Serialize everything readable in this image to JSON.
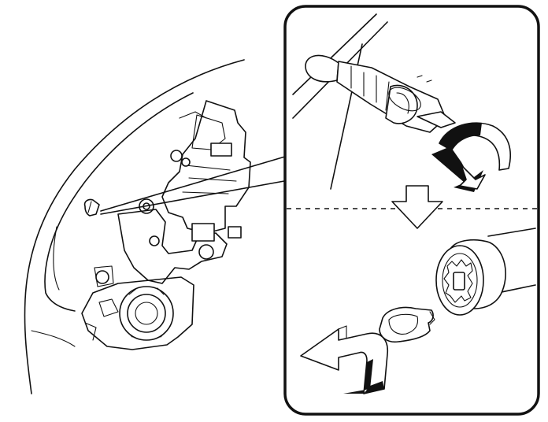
{
  "figure": {
    "kind": "service-illustration",
    "line_color": "#111111",
    "background": "#ffffff",
    "icons": [
      "headlamp-assembly",
      "bulb-socket",
      "rotate-arrow-icon",
      "down-arrow-icon",
      "return-arrow-icon",
      "wedge-bulb"
    ]
  }
}
